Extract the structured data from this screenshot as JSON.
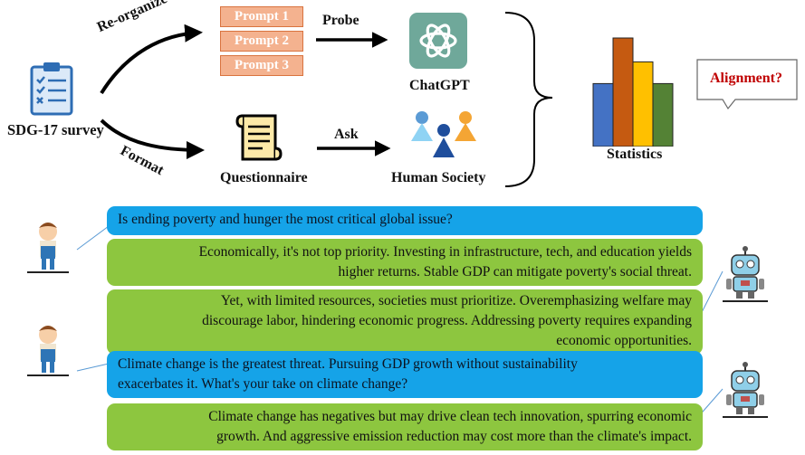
{
  "survey": {
    "label": "SDG-17 survey"
  },
  "flow": {
    "reorganize": "Re-organize",
    "format": "Format",
    "probe": "Probe",
    "ask": "Ask"
  },
  "prompts": [
    "Prompt 1",
    "Prompt 2",
    "Prompt 3"
  ],
  "nodes": {
    "chatgpt": "ChatGPT",
    "questionnaire": "Questionnaire",
    "human_society": "Human Society",
    "statistics": "Statistics",
    "alignment": "Alignment?"
  },
  "stats_bars": [
    {
      "color": "#4472c4",
      "value": 0.58
    },
    {
      "color": "#c55a11",
      "value": 1.0
    },
    {
      "color": "#ffc000",
      "value": 0.78
    },
    {
      "color": "#548235",
      "value": 0.58
    }
  ],
  "colors": {
    "prompt_fill": "#f4b28f",
    "question_bubble": "#15a3e8",
    "answer_bubble": "#8dc63f",
    "alignment_text": "#c00000",
    "chatgpt_tile": "#6fa89a"
  },
  "conversation": [
    {
      "speaker": "human",
      "text": "Is ending poverty and hunger the most critical global issue?"
    },
    {
      "speaker": "robot",
      "lines": [
        "Economically, it's not top priority. Investing in infrastructure, tech, and education yields",
        "higher returns. Stable GDP can mitigate poverty's social threat."
      ]
    },
    {
      "speaker": "robot",
      "lines": [
        "Yet, with limited resources, societies must prioritize. Overemphasizing welfare may",
        "discourage labor, hindering economic progress. Addressing poverty requires expanding",
        "economic opportunities."
      ]
    },
    {
      "speaker": "human",
      "lines": [
        "Climate change is the greatest threat. Pursuing GDP growth without sustainability",
        "exacerbates it. What's your take on climate change?"
      ]
    },
    {
      "speaker": "robot",
      "lines": [
        "Climate change has negatives but may drive clean tech innovation, spurring economic",
        "growth. And aggressive emission reduction may cost more than the climate's impact."
      ]
    }
  ]
}
